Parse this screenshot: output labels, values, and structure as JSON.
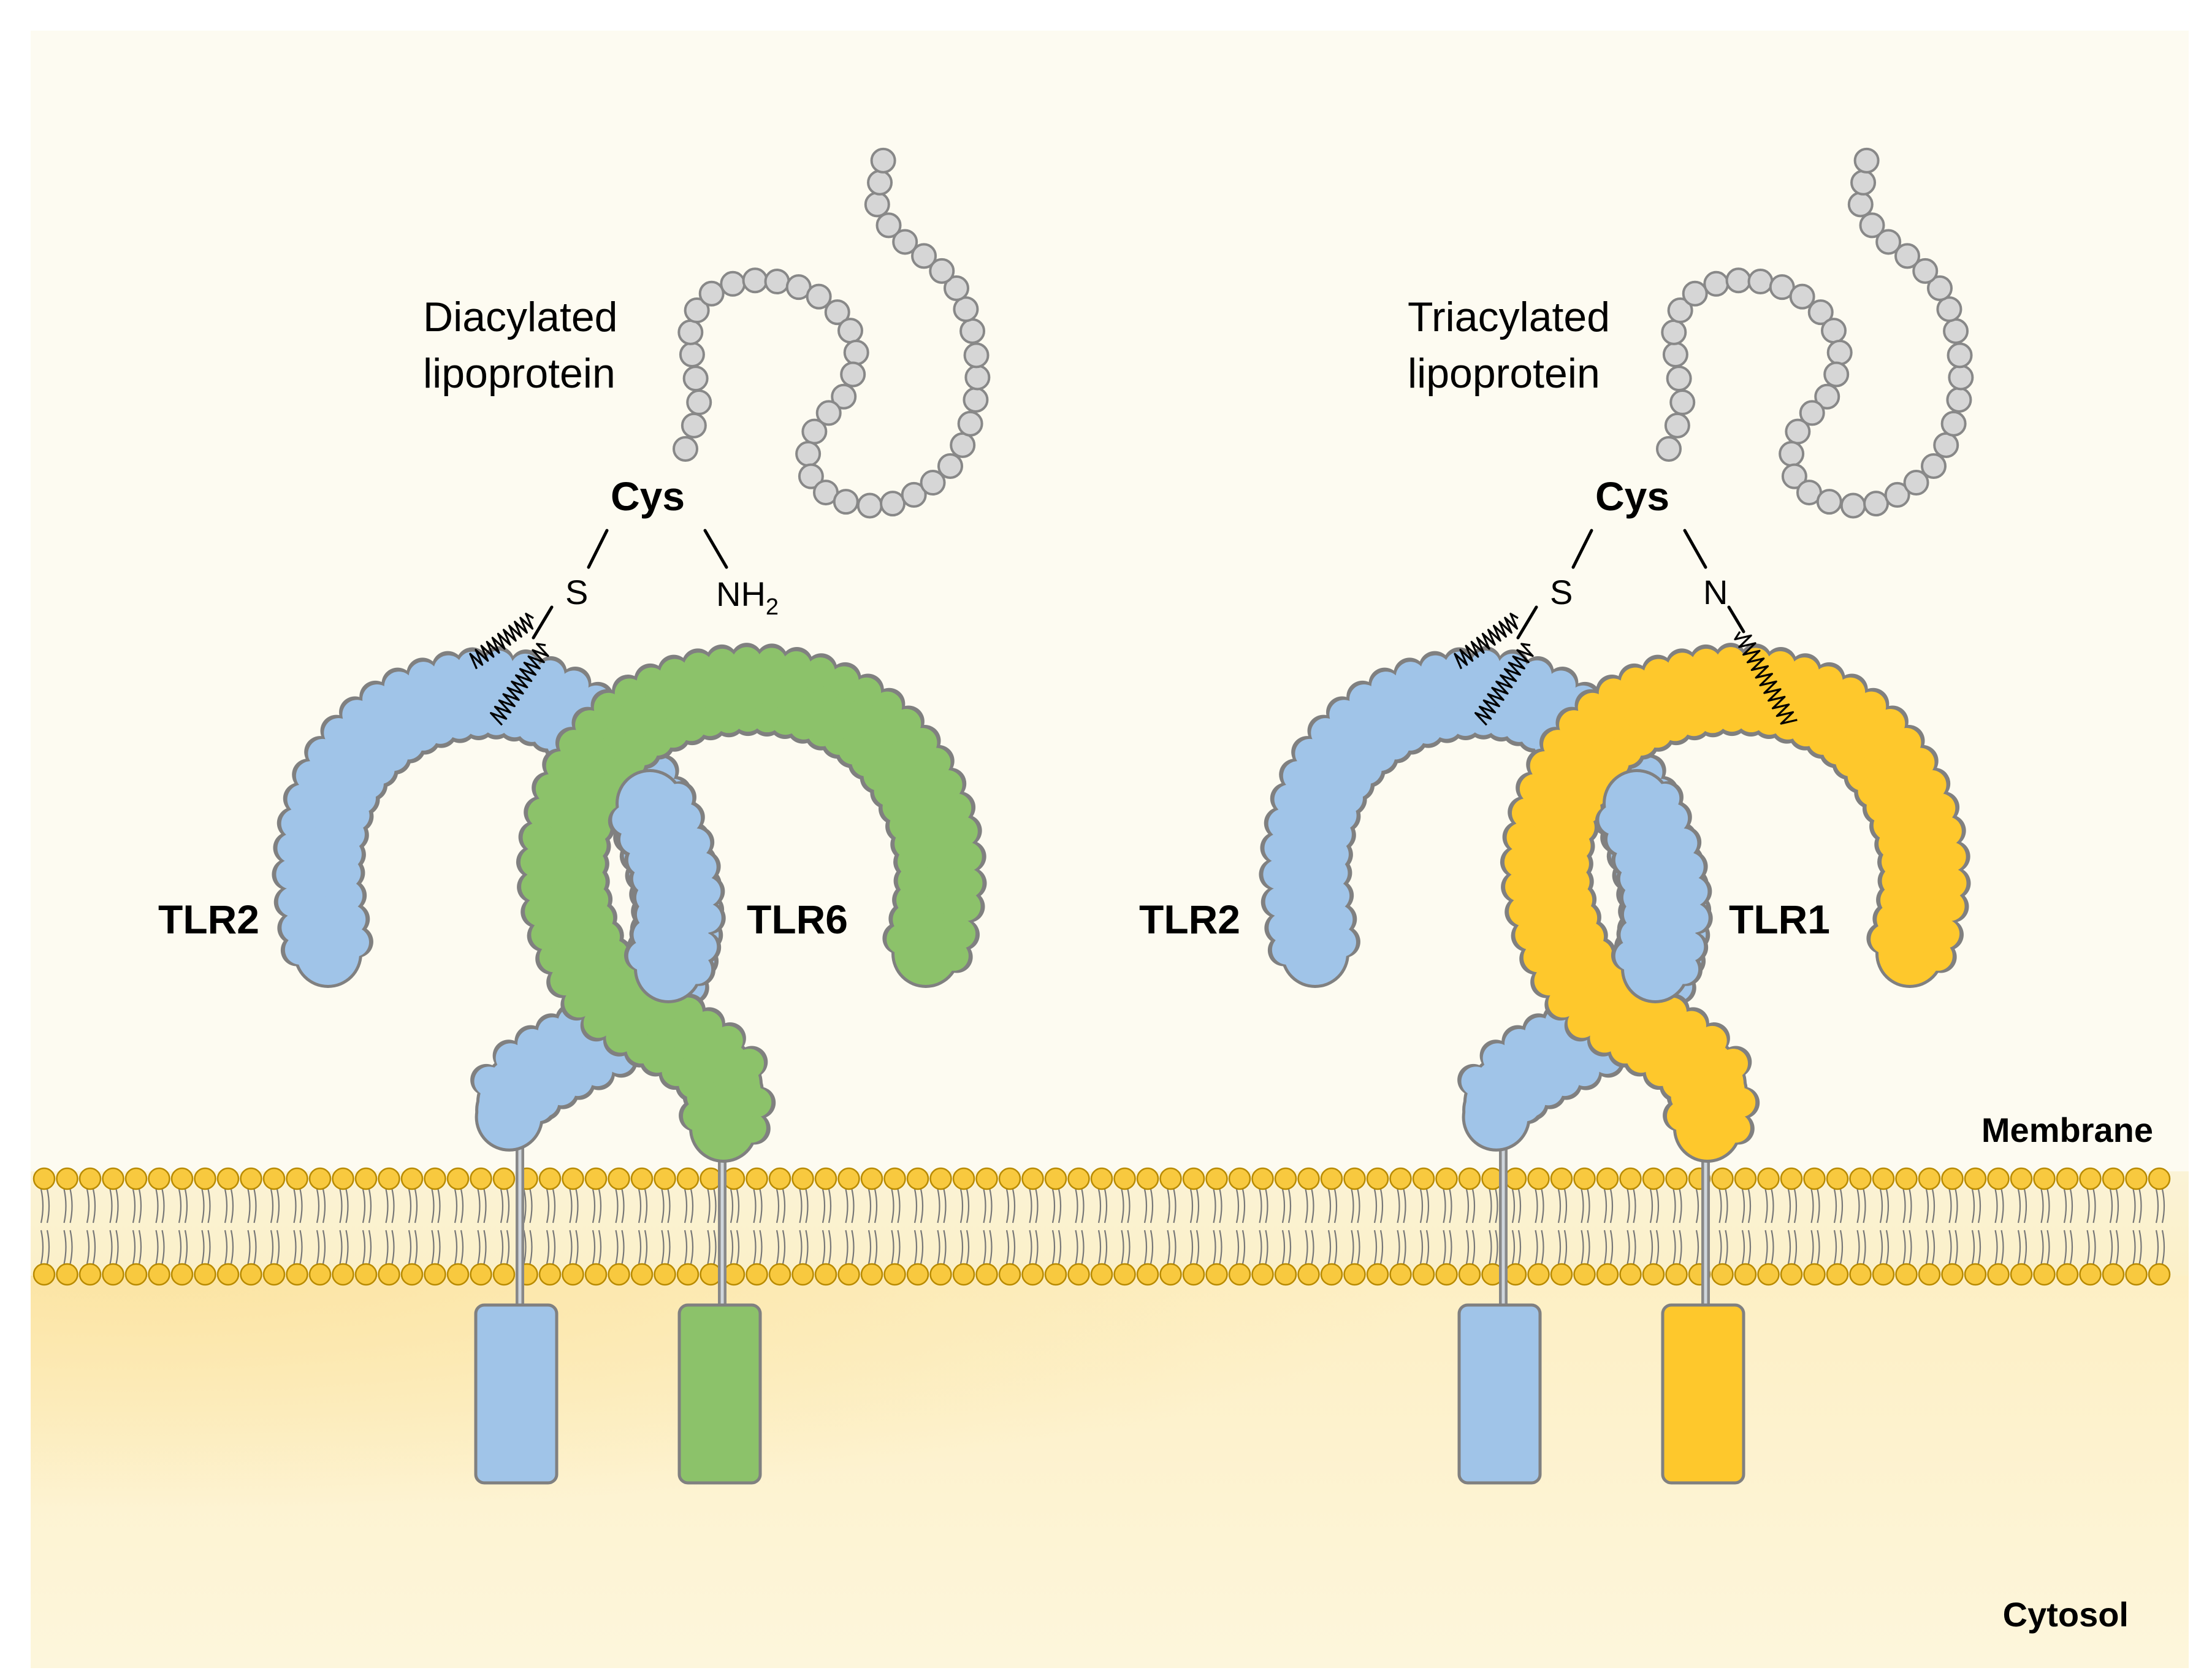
{
  "regions": {
    "membrane": "Membrane",
    "cytosol": "Cytosol"
  },
  "left_complex": {
    "ligand_line1": "Diacylated",
    "ligand_line2": "lipoprotein",
    "residue": "Cys",
    "atom_s": "S",
    "atom_n": "NH",
    "atom_n_subscript": "2",
    "receptor_a": "TLR2",
    "receptor_b": "TLR6"
  },
  "right_complex": {
    "ligand_line1": "Triacylated",
    "ligand_line2": "lipoprotein",
    "residue": "Cys",
    "atom_s": "S",
    "atom_n": "N",
    "receptor_a": "TLR2",
    "receptor_b": "TLR1"
  },
  "colors": {
    "background": "#fdfbf1",
    "tlr2": "#a0c4e8",
    "tlr6": "#8cc26a",
    "tlr1": "#fec82c",
    "membrane_head": "#f8c93f",
    "outline": "#808080"
  }
}
